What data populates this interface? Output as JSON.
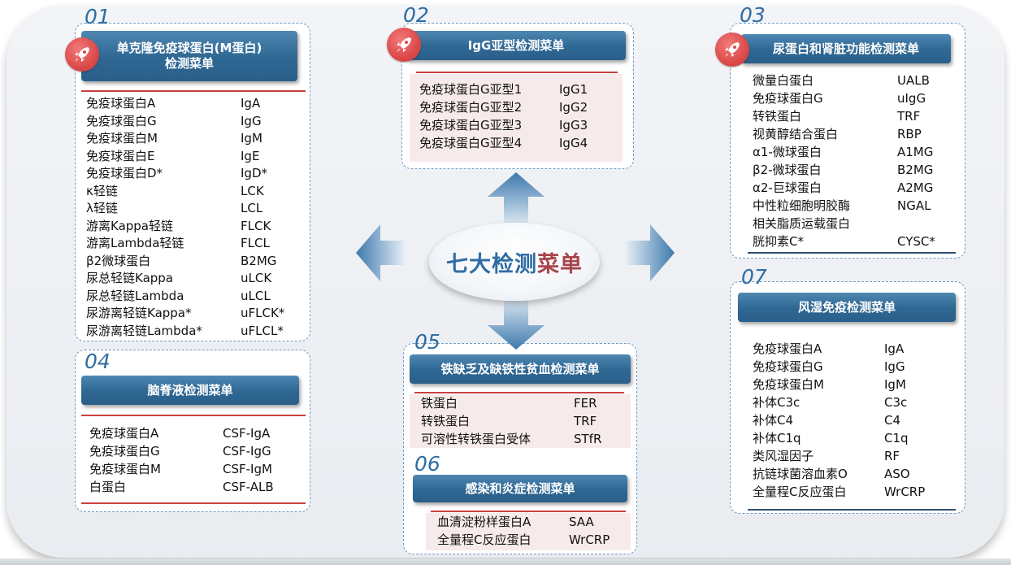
{
  "center": {
    "title_part1": "七大检测",
    "title_part2": "菜单",
    "color1": "#2f6da3",
    "color2": "#a8444c"
  },
  "panels": [
    {
      "num": "01",
      "title": "单克隆免疫球蛋白(M蛋白)\n检测菜单",
      "rows": [
        [
          "免疫球蛋白A",
          "IgA"
        ],
        [
          "免疫球蛋白G",
          "IgG"
        ],
        [
          "免疫球蛋白M",
          "IgM"
        ],
        [
          "免疫球蛋白E",
          "IgE"
        ],
        [
          "免疫球蛋白D*",
          "IgD*"
        ],
        [
          "κ轻链",
          "LCK"
        ],
        [
          "λ轻链",
          "LCL"
        ],
        [
          "游离Kappa轻链",
          "FLCK"
        ],
        [
          "游离Lambda轻链",
          "FLCL"
        ],
        [
          "β2微球蛋白",
          "B2MG"
        ],
        [
          "尿总轻链Kappa",
          "uLCK"
        ],
        [
          "尿总轻链Lambda",
          "uLCL"
        ],
        [
          "尿游离轻链Kappa*",
          "uFLCK*"
        ],
        [
          "尿游离轻链Lambda*",
          "uFLCL*"
        ]
      ]
    },
    {
      "num": "02",
      "title": "IgG亚型检测菜单",
      "rows": [
        [
          "免疫球蛋白G亚型1",
          "IgG1"
        ],
        [
          "免疫球蛋白G亚型2",
          "IgG2"
        ],
        [
          "免疫球蛋白G亚型3",
          "IgG3"
        ],
        [
          "免疫球蛋白G亚型4",
          "IgG4"
        ]
      ]
    },
    {
      "num": "03",
      "title": "尿蛋白和肾脏功能检测菜单",
      "rows": [
        [
          "微量白蛋白",
          "UALB"
        ],
        [
          "免疫球蛋白G",
          "uIgG"
        ],
        [
          "转铁蛋白",
          "TRF"
        ],
        [
          "视黄醇结合蛋白",
          "RBP"
        ],
        [
          "α1-微球蛋白",
          "A1MG"
        ],
        [
          "β2-微球蛋白",
          "B2MG"
        ],
        [
          "α2-巨球蛋白",
          "A2MG"
        ],
        [
          "中性粒细胞明胶酶",
          "NGAL"
        ],
        [
          "相关脂质运载蛋白",
          ""
        ],
        [
          "胱抑素C*",
          "CYSC*"
        ]
      ]
    },
    {
      "num": "04",
      "title": "脑脊液检测菜单",
      "rows": [
        [
          "免疫球蛋白A",
          "CSF-IgA"
        ],
        [
          "免疫球蛋白G",
          "CSF-IgG"
        ],
        [
          "免疫球蛋白M",
          "CSF-IgM"
        ],
        [
          "白蛋白",
          "CSF-ALB"
        ]
      ]
    },
    {
      "num": "05",
      "title": "铁缺乏及缺铁性贫血检测菜单",
      "rows": [
        [
          "铁蛋白",
          "FER"
        ],
        [
          "转铁蛋白",
          "TRF"
        ],
        [
          "可溶性转铁蛋白受体",
          "STfR"
        ]
      ]
    },
    {
      "num": "06",
      "title": "感染和炎症检测菜单",
      "rows": [
        [
          "血清淀粉样蛋白A",
          "SAA"
        ],
        [
          "全量程C反应蛋白",
          "WrCRP"
        ]
      ]
    },
    {
      "num": "07",
      "title": "风湿免疫检测菜单",
      "rows": [
        [
          "免疫球蛋白A",
          "IgA"
        ],
        [
          "免疫球蛋白G",
          "IgG"
        ],
        [
          "免疫球蛋白M",
          "IgM"
        ],
        [
          "补体C3c",
          "C3c"
        ],
        [
          "补体C4",
          "C4"
        ],
        [
          "补体C1q",
          "C1q"
        ],
        [
          "类风湿因子",
          "RF"
        ],
        [
          "抗链球菌溶血素O",
          "ASO"
        ],
        [
          "全量程C反应蛋白",
          "WrCRP"
        ]
      ]
    }
  ]
}
